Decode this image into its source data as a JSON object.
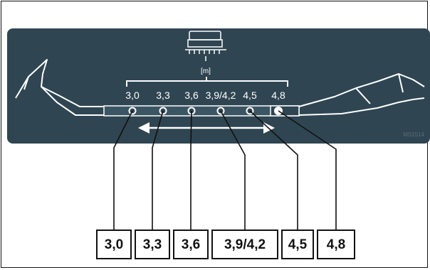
{
  "diagram": {
    "unit_label": "[m]",
    "figure_code": "MS1514",
    "scale_positions": [
      "3,0",
      "3,3",
      "3,6",
      "3,9/4,2",
      "4,5",
      "4,8"
    ],
    "callouts": [
      "3,0",
      "3,3",
      "3,6",
      "3,9/4,2",
      "4,5",
      "4,8"
    ],
    "colors": {
      "panel": "#2f4552",
      "line": "#ffffff",
      "drawbar": "#3c5563",
      "callout_border": "#111111"
    },
    "icons": [
      "seed-drill-icon",
      "hitch-hook-icon",
      "adjustment-arrow-icon"
    ]
  }
}
